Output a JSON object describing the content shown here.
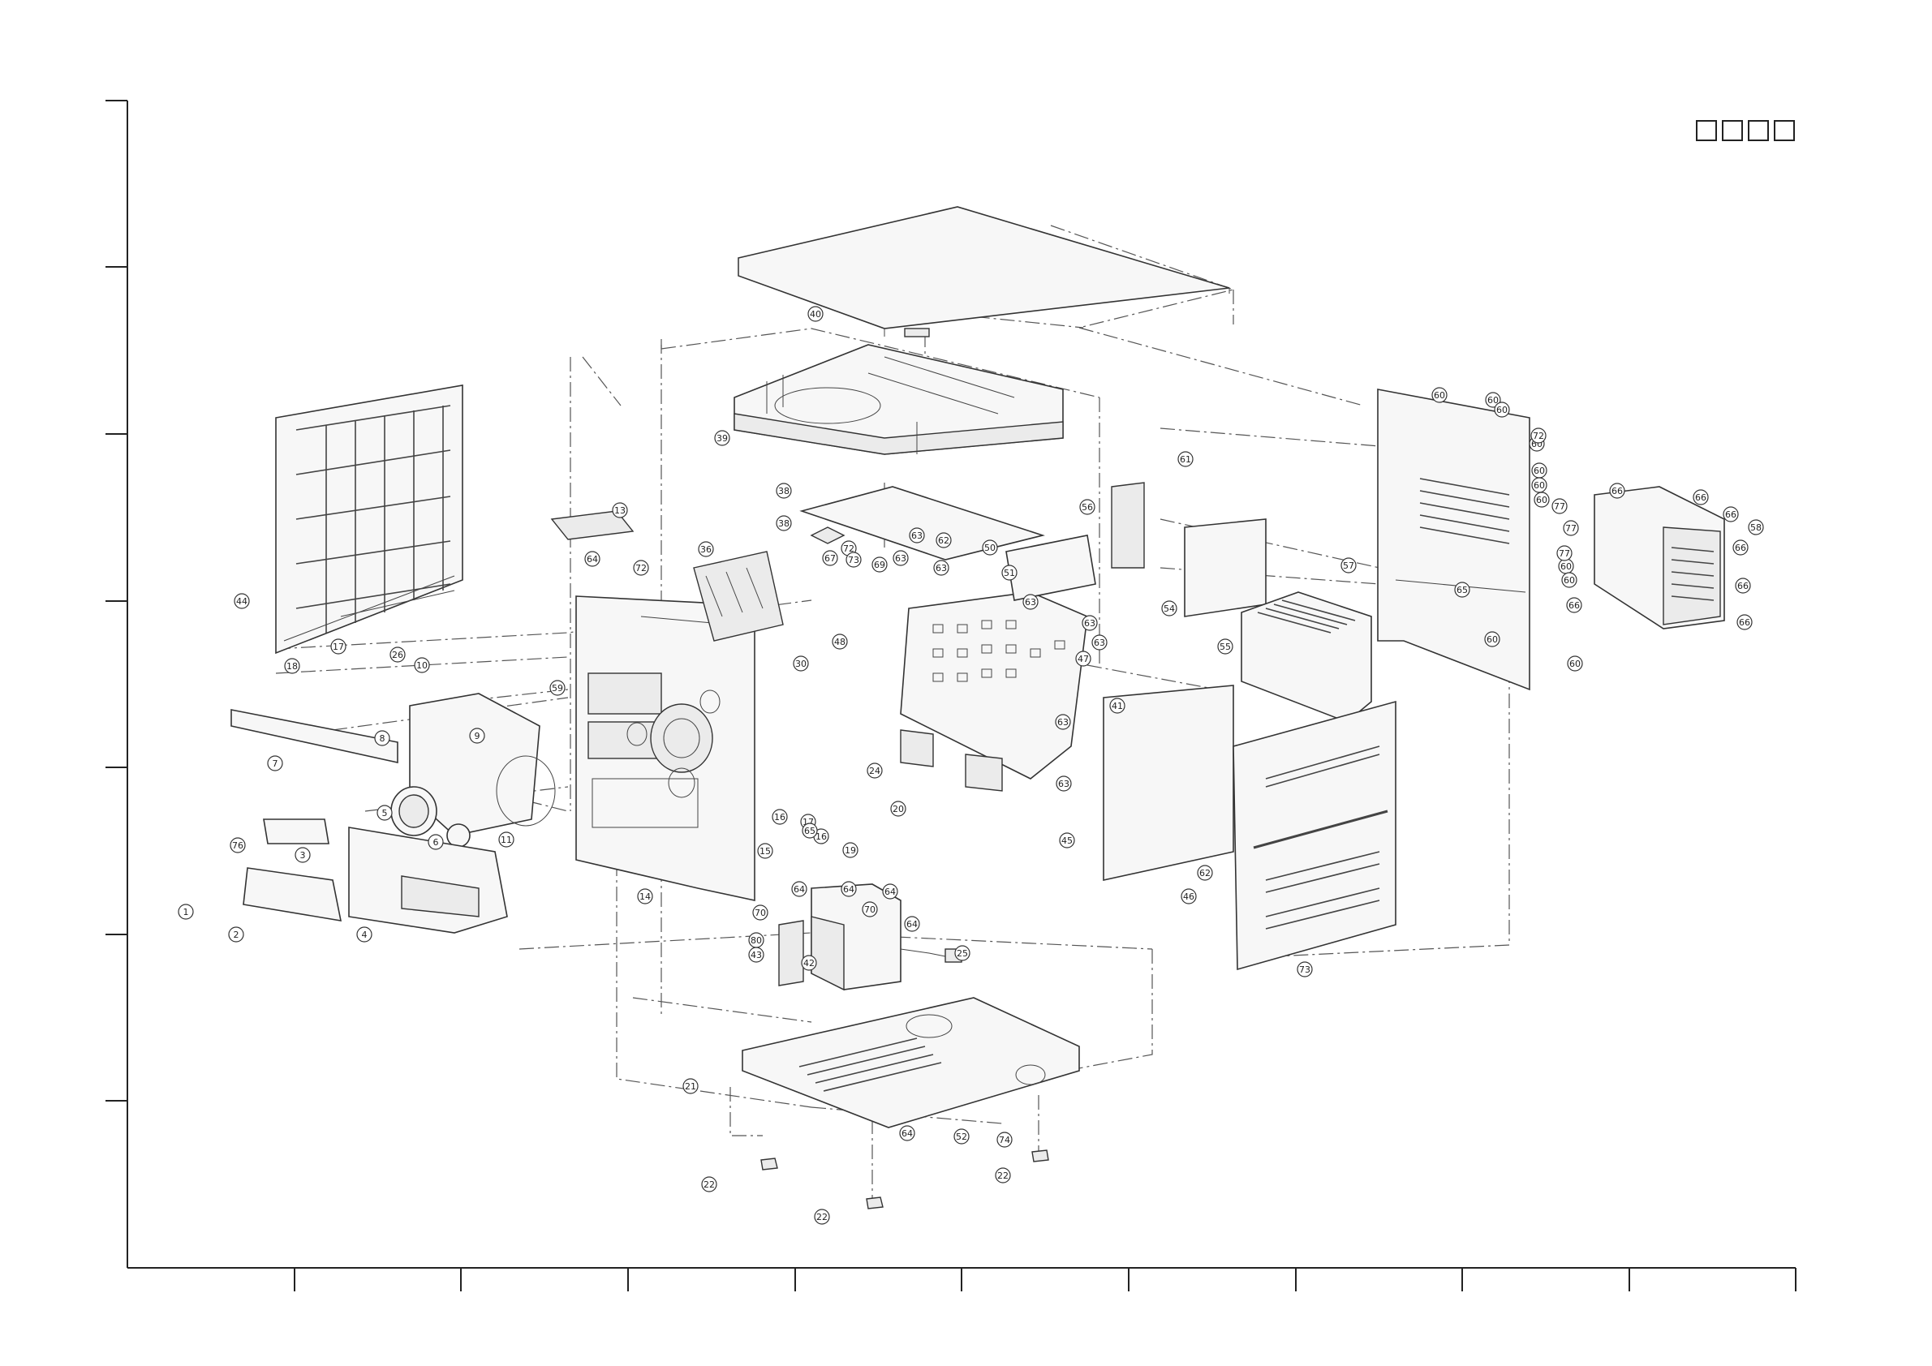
{
  "header": {
    "boxes": [
      "",
      "",
      "",
      ""
    ]
  },
  "callouts": [
    {
      "id": "c1",
      "n": "1"
    },
    {
      "id": "c2",
      "n": "2"
    },
    {
      "id": "c3",
      "n": "3"
    },
    {
      "id": "c4",
      "n": "4"
    },
    {
      "id": "c5",
      "n": "5"
    },
    {
      "id": "c6",
      "n": "6"
    },
    {
      "id": "c7",
      "n": "7"
    },
    {
      "id": "c8",
      "n": "8"
    },
    {
      "id": "c9",
      "n": "9"
    },
    {
      "id": "c10",
      "n": "10"
    },
    {
      "id": "c11",
      "n": "11"
    },
    {
      "id": "c13",
      "n": "13"
    },
    {
      "id": "c14",
      "n": "14"
    },
    {
      "id": "c15",
      "n": "15"
    },
    {
      "id": "c16a",
      "n": "16"
    },
    {
      "id": "c16b",
      "n": "16"
    },
    {
      "id": "c17a",
      "n": "17"
    },
    {
      "id": "c17b",
      "n": "17"
    },
    {
      "id": "c18",
      "n": "18"
    },
    {
      "id": "c19",
      "n": "19"
    },
    {
      "id": "c20",
      "n": "20"
    },
    {
      "id": "c21",
      "n": "21"
    },
    {
      "id": "c22a",
      "n": "22"
    },
    {
      "id": "c22b",
      "n": "22"
    },
    {
      "id": "c22c",
      "n": "22"
    },
    {
      "id": "c24",
      "n": "24"
    },
    {
      "id": "c25",
      "n": "25"
    },
    {
      "id": "c26",
      "n": "26"
    },
    {
      "id": "c30a",
      "n": "30"
    },
    {
      "id": "c36",
      "n": "36"
    },
    {
      "id": "c38a",
      "n": "38"
    },
    {
      "id": "c38b",
      "n": "38"
    },
    {
      "id": "c39",
      "n": "39"
    },
    {
      "id": "c40",
      "n": "40"
    },
    {
      "id": "c41",
      "n": "41"
    },
    {
      "id": "c42",
      "n": "42"
    },
    {
      "id": "c43",
      "n": "43"
    },
    {
      "id": "c44",
      "n": "44"
    },
    {
      "id": "c45",
      "n": "45"
    },
    {
      "id": "c46",
      "n": "46"
    },
    {
      "id": "c47",
      "n": "47"
    },
    {
      "id": "c48",
      "n": "48"
    },
    {
      "id": "c50",
      "n": "50"
    },
    {
      "id": "c51",
      "n": "51"
    },
    {
      "id": "c52",
      "n": "52"
    },
    {
      "id": "c54",
      "n": "54"
    },
    {
      "id": "c55",
      "n": "55"
    },
    {
      "id": "c56",
      "n": "56"
    },
    {
      "id": "c57",
      "n": "57"
    },
    {
      "id": "c58",
      "n": "58"
    },
    {
      "id": "c59",
      "n": "59"
    },
    {
      "id": "c60a",
      "n": "60"
    },
    {
      "id": "c60b",
      "n": "60"
    },
    {
      "id": "c60c",
      "n": "60"
    },
    {
      "id": "c60d",
      "n": "60"
    },
    {
      "id": "c60e",
      "n": "60"
    },
    {
      "id": "c60f",
      "n": "60"
    },
    {
      "id": "c60g",
      "n": "60"
    },
    {
      "id": "c60h",
      "n": "60"
    },
    {
      "id": "c60i",
      "n": "60"
    },
    {
      "id": "c60j",
      "n": "60"
    },
    {
      "id": "c60k",
      "n": "60"
    },
    {
      "id": "c61",
      "n": "61"
    },
    {
      "id": "c62a",
      "n": "62"
    },
    {
      "id": "c62b",
      "n": "62"
    },
    {
      "id": "c63a",
      "n": "63"
    },
    {
      "id": "c63b",
      "n": "63"
    },
    {
      "id": "c63c",
      "n": "63"
    },
    {
      "id": "c63d",
      "n": "63"
    },
    {
      "id": "c63e",
      "n": "63"
    },
    {
      "id": "c63f",
      "n": "63"
    },
    {
      "id": "c63g",
      "n": "63"
    },
    {
      "id": "c63h",
      "n": "63"
    },
    {
      "id": "c64a",
      "n": "64"
    },
    {
      "id": "c64b",
      "n": "64"
    },
    {
      "id": "c64c",
      "n": "64"
    },
    {
      "id": "c64d",
      "n": "64"
    },
    {
      "id": "c64e",
      "n": "64"
    },
    {
      "id": "c64f",
      "n": "64"
    },
    {
      "id": "c65a",
      "n": "65"
    },
    {
      "id": "c65b",
      "n": "65"
    },
    {
      "id": "c66a",
      "n": "66"
    },
    {
      "id": "c66b",
      "n": "66"
    },
    {
      "id": "c66c",
      "n": "66"
    },
    {
      "id": "c66d",
      "n": "66"
    },
    {
      "id": "c66e",
      "n": "66"
    },
    {
      "id": "c66f",
      "n": "66"
    },
    {
      "id": "c66g",
      "n": "66"
    },
    {
      "id": "c67",
      "n": "67"
    },
    {
      "id": "c69",
      "n": "69"
    },
    {
      "id": "c70a",
      "n": "70"
    },
    {
      "id": "c70b",
      "n": "70"
    },
    {
      "id": "c72a",
      "n": "72"
    },
    {
      "id": "c72b",
      "n": "72"
    },
    {
      "id": "c72c",
      "n": "72"
    },
    {
      "id": "c73a",
      "n": "73"
    },
    {
      "id": "c73b",
      "n": "73"
    },
    {
      "id": "c74",
      "n": "74"
    },
    {
      "id": "c76",
      "n": "76"
    },
    {
      "id": "c77a",
      "n": "77"
    },
    {
      "id": "c77b",
      "n": "77"
    },
    {
      "id": "c77c",
      "n": "77"
    },
    {
      "id": "c80",
      "n": "80"
    }
  ]
}
